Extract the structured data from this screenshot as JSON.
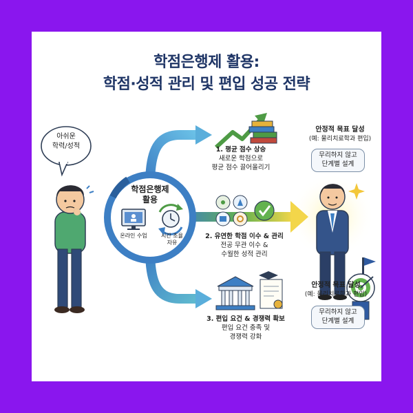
{
  "title": {
    "line1": "학점은행제 활용:",
    "line2": "학점·성적 관리 및 편입 성공 전략"
  },
  "student_bubble": {
    "line1": "아쉬운",
    "line2": "학력/성적"
  },
  "hub": {
    "line1": "학점은행제",
    "line2": "활용",
    "online": "온라인 수업",
    "time_line1": "시간 조율",
    "time_line2": "자유"
  },
  "steps": [
    {
      "title": "1. 평균 점수 상승",
      "desc1": "새로운 학점으로",
      "desc2": "평균 점수 끌어올리기"
    },
    {
      "title": "2. 유연한 학점 이수 & 관리",
      "desc1": "전공 무관 이수 &",
      "desc2": "수월한 성적 관리"
    },
    {
      "title": "3. 편입 요건 & 경쟁력 확보",
      "desc1": "편입 요건 충족 및",
      "desc2": "경쟁력 강화"
    }
  ],
  "goal_top": {
    "title": "안정적 목표 달성",
    "example": "(예: 물리치료학과 편입)",
    "note1": "무리하지 않고",
    "note2": "단계별 설계"
  },
  "goal_bottom": {
    "title": "안정적 목표 달성",
    "example": "(예: 물리치료학과 편입)",
    "note1": "무리하지 않고",
    "note2": "단계별 설계"
  },
  "colors": {
    "background": "#8a16ee",
    "title": "#1f3566",
    "arrow_blue": "#3d7fc4",
    "arrow_green": "#63b24f",
    "arrow_yellow": "#f3d64a"
  }
}
